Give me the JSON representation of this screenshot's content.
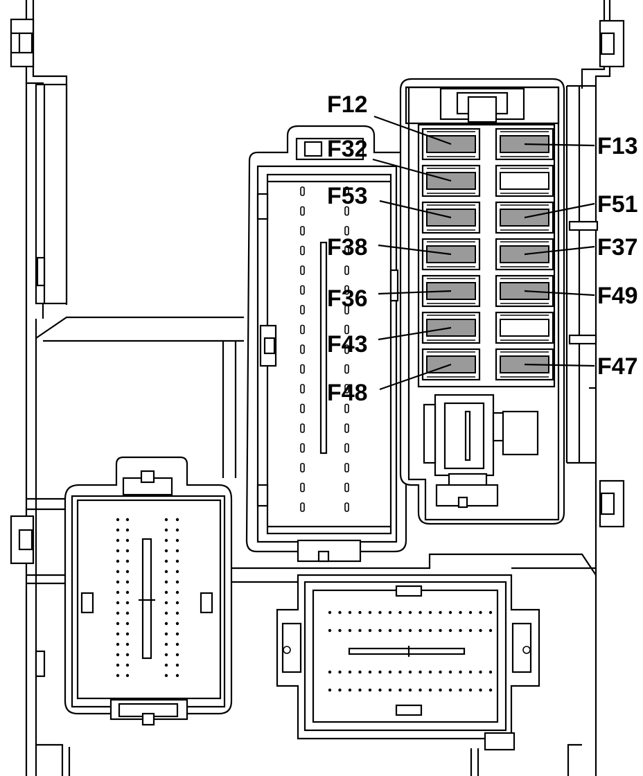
{
  "fuses": [
    {
      "id": "F12",
      "label": "F12",
      "col": 0,
      "row": 0,
      "fitted": true,
      "side": "left"
    },
    {
      "id": "F13",
      "label": "F13",
      "col": 1,
      "row": 0,
      "fitted": true,
      "side": "right"
    },
    {
      "id": "F32",
      "label": "F32",
      "col": 0,
      "row": 1,
      "fitted": true,
      "side": "left"
    },
    {
      "id": "empty-1",
      "label": "",
      "col": 1,
      "row": 1,
      "fitted": false,
      "side": ""
    },
    {
      "id": "F53",
      "label": "F53",
      "col": 0,
      "row": 2,
      "fitted": true,
      "side": "left"
    },
    {
      "id": "F51",
      "label": "F51",
      "col": 1,
      "row": 2,
      "fitted": true,
      "side": "right"
    },
    {
      "id": "F38",
      "label": "F38",
      "col": 0,
      "row": 3,
      "fitted": true,
      "side": "left"
    },
    {
      "id": "F37",
      "label": "F37",
      "col": 1,
      "row": 3,
      "fitted": true,
      "side": "right"
    },
    {
      "id": "F36",
      "label": "F36",
      "col": 0,
      "row": 4,
      "fitted": true,
      "side": "left"
    },
    {
      "id": "F49",
      "label": "F49",
      "col": 1,
      "row": 4,
      "fitted": true,
      "side": "right"
    },
    {
      "id": "F43",
      "label": "F43",
      "col": 0,
      "row": 5,
      "fitted": true,
      "side": "left"
    },
    {
      "id": "empty-2",
      "label": "",
      "col": 1,
      "row": 5,
      "fitted": false,
      "side": ""
    },
    {
      "id": "F48",
      "label": "F48",
      "col": 0,
      "row": 6,
      "fitted": true,
      "side": "left"
    },
    {
      "id": "F47",
      "label": "F47",
      "col": 1,
      "row": 6,
      "fitted": true,
      "side": "right"
    }
  ],
  "colors": {
    "fitted_fuse": "#9a9a9a",
    "line": "#000000",
    "background": "#ffffff"
  }
}
